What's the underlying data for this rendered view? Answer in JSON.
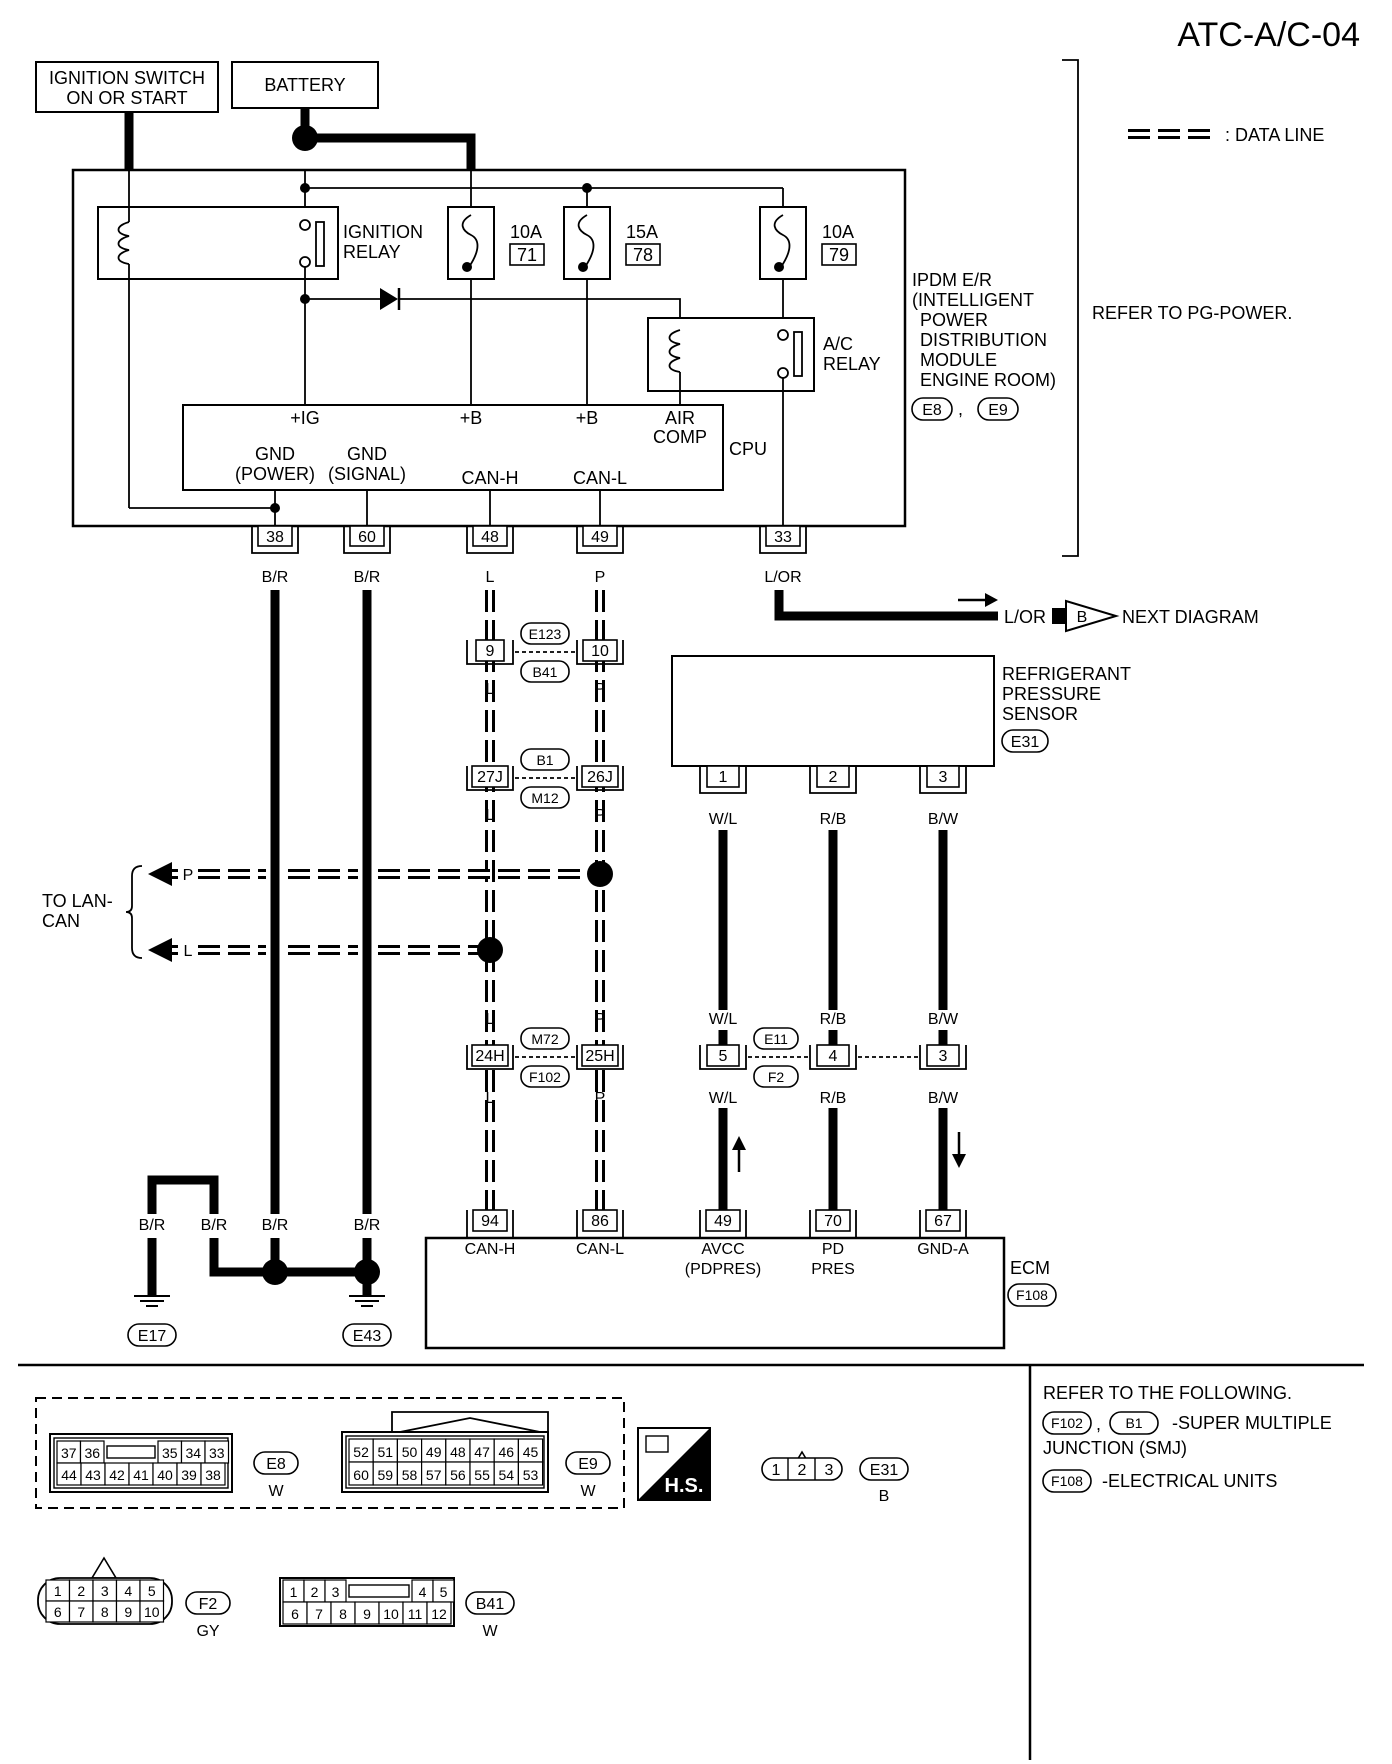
{
  "page_id": "ATC-A/C-04",
  "legend": {
    "data_line": ": DATA LINE"
  },
  "top_boxes": {
    "ignition_switch": [
      "IGNITION SWITCH",
      "ON OR START"
    ],
    "battery": "BATTERY"
  },
  "ipdm": {
    "label": [
      "IPDM E/R",
      "(INTELLIGENT",
      "POWER",
      "DISTRIBUTION",
      "MODULE",
      "ENGINE ROOM)"
    ],
    "connectors": [
      "E8",
      "E9"
    ],
    "refer": "REFER TO PG-POWER.",
    "ignition_relay": [
      "IGNITION",
      "RELAY"
    ],
    "ac_relay": [
      "A/C",
      "RELAY"
    ],
    "fuses": [
      {
        "amp": "10A",
        "num": "71"
      },
      {
        "amp": "15A",
        "num": "78"
      },
      {
        "amp": "10A",
        "num": "79"
      }
    ],
    "cpu": "CPU",
    "cpu_terminals": {
      "ig": "+IG",
      "b1": "+B",
      "b2": "+B",
      "air_comp": [
        "AIR",
        "COMP"
      ],
      "gnd_power": [
        "GND",
        "(POWER)"
      ],
      "gnd_signal": [
        "GND",
        "(SIGNAL)"
      ],
      "can_h": "CAN-H",
      "can_l": "CAN-L"
    },
    "pins": [
      "38",
      "60",
      "48",
      "49",
      "33"
    ],
    "pin_colors": [
      "B/R",
      "B/R",
      "L",
      "P",
      "L/OR"
    ]
  },
  "next_diagram": {
    "color": "L/OR",
    "letter": "B",
    "label": "NEXT DIAGRAM"
  },
  "refrigerant_sensor": {
    "label": [
      "REFRIGERANT",
      "PRESSURE",
      "SENSOR"
    ],
    "connector": "E31",
    "pins": [
      "1",
      "2",
      "3"
    ],
    "colors": [
      "W/L",
      "R/B",
      "B/W"
    ]
  },
  "junctions": {
    "j1": {
      "pins": [
        "9",
        "10"
      ],
      "conn": [
        "E123",
        "B41"
      ],
      "colors_above": [
        "L",
        "P"
      ],
      "colors_below": [
        "L",
        "P"
      ]
    },
    "j2": {
      "pins": [
        "27J",
        "26J"
      ],
      "conn": [
        "B1",
        "M12"
      ],
      "colors_below": [
        "L",
        "P"
      ]
    },
    "j3": {
      "pins": [
        "24H",
        "25H"
      ],
      "conn": [
        "M72",
        "F102"
      ],
      "colors_above": [
        "L",
        "P"
      ],
      "colors_below": [
        "L",
        "P"
      ]
    },
    "j4": {
      "pins": [
        "5",
        "4",
        "3"
      ],
      "conn": [
        "E11",
        "F2"
      ],
      "colors_above": [
        "W/L",
        "R/B",
        "B/W"
      ],
      "colors_below": [
        "W/L",
        "R/B",
        "B/W"
      ]
    }
  },
  "lan_can": {
    "label": [
      "TO LAN-",
      "CAN"
    ],
    "p": "P",
    "l": "L"
  },
  "grounds": {
    "colors": [
      "B/R",
      "B/R",
      "B/R",
      "B/R"
    ],
    "connectors": [
      "E17",
      "E43"
    ]
  },
  "ecm": {
    "label": "ECM",
    "connector": "F108",
    "pins": [
      "94",
      "86",
      "49",
      "70",
      "67"
    ],
    "terminals": [
      [
        "CAN-H"
      ],
      [
        "CAN-L"
      ],
      [
        "AVCC",
        "(PDPRES)"
      ],
      [
        "PD",
        "PRES"
      ],
      [
        "GND-A"
      ]
    ]
  },
  "connector_views": {
    "e8": {
      "row1": [
        "37",
        "36",
        "35",
        "34",
        "33"
      ],
      "row2": [
        "44",
        "43",
        "42",
        "41",
        "40",
        "39",
        "38"
      ],
      "name": "E8",
      "color": "W"
    },
    "e9": {
      "row1": [
        "52",
        "51",
        "50",
        "49",
        "48",
        "47",
        "46",
        "45"
      ],
      "row2": [
        "60",
        "59",
        "58",
        "57",
        "56",
        "55",
        "54",
        "53"
      ],
      "name": "E9",
      "color": "W"
    },
    "hs": "H.S.",
    "e31": {
      "pins": [
        "1",
        "2",
        "3"
      ],
      "name": "E31",
      "color": "B"
    },
    "f2": {
      "row1": [
        "1",
        "2",
        "3",
        "4",
        "5"
      ],
      "row2": [
        "6",
        "7",
        "8",
        "9",
        "10"
      ],
      "name": "F2",
      "color": "GY"
    },
    "b41": {
      "row1": [
        "1",
        "2",
        "3",
        "4",
        "5"
      ],
      "row2": [
        "6",
        "7",
        "8",
        "9",
        "10",
        "11",
        "12"
      ],
      "name": "B41",
      "color": "W"
    }
  },
  "refer_following": {
    "title": "REFER TO THE FOLLOWING.",
    "line1_conn": [
      "F102",
      "B1"
    ],
    "line1_text": "-SUPER MULTIPLE",
    "line1_cont": "JUNCTION (SMJ)",
    "line2_conn": "F108",
    "line2_text": "-ELECTRICAL UNITS"
  }
}
